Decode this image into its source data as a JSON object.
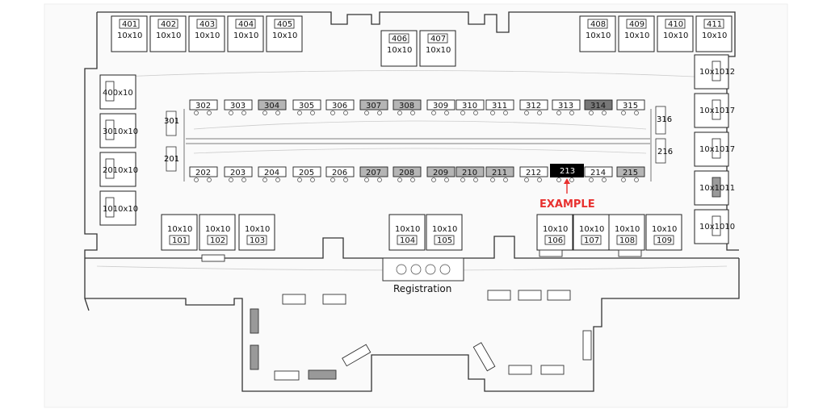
{
  "colors": {
    "wall": "#333333",
    "booth_fill": "#ffffff",
    "highlight": "#000000",
    "example": "#e8312f",
    "shaded": "#9a9a9a"
  },
  "booths_top": [
    {
      "num": "401",
      "size": "10x10"
    },
    {
      "num": "402",
      "size": "10x10"
    },
    {
      "num": "403",
      "size": "10x10"
    },
    {
      "num": "404",
      "size": "10x10"
    },
    {
      "num": "405",
      "size": "10x10"
    },
    {
      "num": "406",
      "size": "10x10"
    },
    {
      "num": "407",
      "size": "10x10"
    },
    {
      "num": "408",
      "size": "10x10"
    },
    {
      "num": "409",
      "size": "10x10"
    },
    {
      "num": "410",
      "size": "10x10"
    },
    {
      "num": "411",
      "size": "10x10"
    }
  ],
  "booths_left": [
    {
      "label": "400x10"
    },
    {
      "label": "3010x10"
    },
    {
      "label": "2010x10"
    },
    {
      "label": "1010x10"
    }
  ],
  "booths_right": [
    {
      "label": "10x1012"
    },
    {
      "label": "10x1017"
    },
    {
      "label": "10x1017"
    },
    {
      "label": "10x1011"
    },
    {
      "label": "10x1010"
    }
  ],
  "booths_bottom": [
    {
      "num": "101",
      "size": "10x10"
    },
    {
      "num": "102",
      "size": "10x10"
    },
    {
      "num": "103",
      "size": "10x10"
    },
    {
      "num": "104",
      "size": "10x10"
    },
    {
      "num": "105",
      "size": "10x10"
    },
    {
      "num": "106",
      "size": "10x10"
    },
    {
      "num": "107",
      "size": "10x10"
    },
    {
      "num": "108",
      "size": "10x10"
    },
    {
      "num": "109",
      "size": "10x10"
    }
  ],
  "row_300": [
    "302",
    "303",
    "304",
    "305",
    "306",
    "307",
    "308",
    "309",
    "310",
    "311",
    "312",
    "313",
    "314",
    "315"
  ],
  "row_200": [
    "202",
    "203",
    "204",
    "205",
    "206",
    "207",
    "208",
    "209",
    "210",
    "211",
    "212",
    "213",
    "214",
    "215"
  ],
  "side_labels": {
    "left_301": "301",
    "left_201": "201",
    "right_316": "316",
    "right_216": "216"
  },
  "example": {
    "booth": "213",
    "label": "EXAMPLE"
  },
  "registration": {
    "label": "Registration"
  }
}
